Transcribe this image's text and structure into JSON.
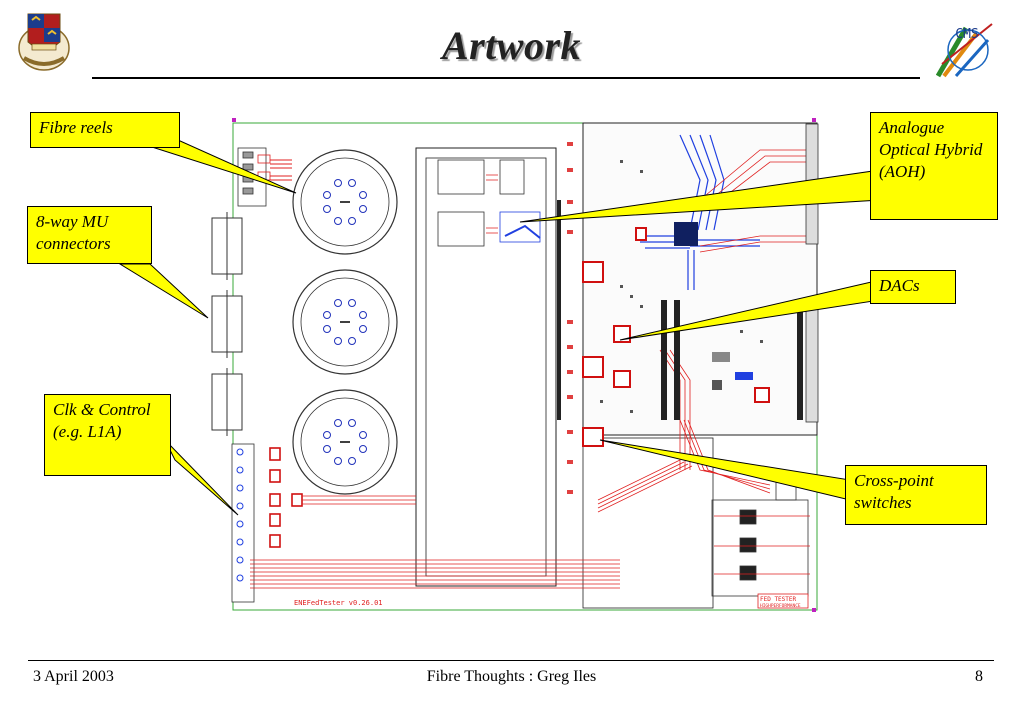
{
  "slide": {
    "title": "Artwork",
    "footer_date": "3 April 2003",
    "footer_center": "Fibre Thoughts : Greg Iles",
    "page_number": "8"
  },
  "callouts": {
    "fibre_reels": "Fibre reels",
    "mu_connectors": "8-way MU connectors",
    "clk_control": "Clk & Control (e.g. L1A)",
    "aoh": "Analogue Optical Hybrid (AOH)",
    "dacs": "DACs",
    "crosspoint": "Cross-point switches"
  },
  "board": {
    "version_label": "ENEFedTester v0.26.01",
    "plate_label": "FED TESTER",
    "plate_sublabel": "HIGHPERFORMANCE"
  },
  "logos": {
    "left": "crest-logo",
    "right": "CMS"
  },
  "colors": {
    "callout_fill": "#ffff00",
    "trace_red": "#e02020",
    "trace_blue": "#2040e0"
  }
}
